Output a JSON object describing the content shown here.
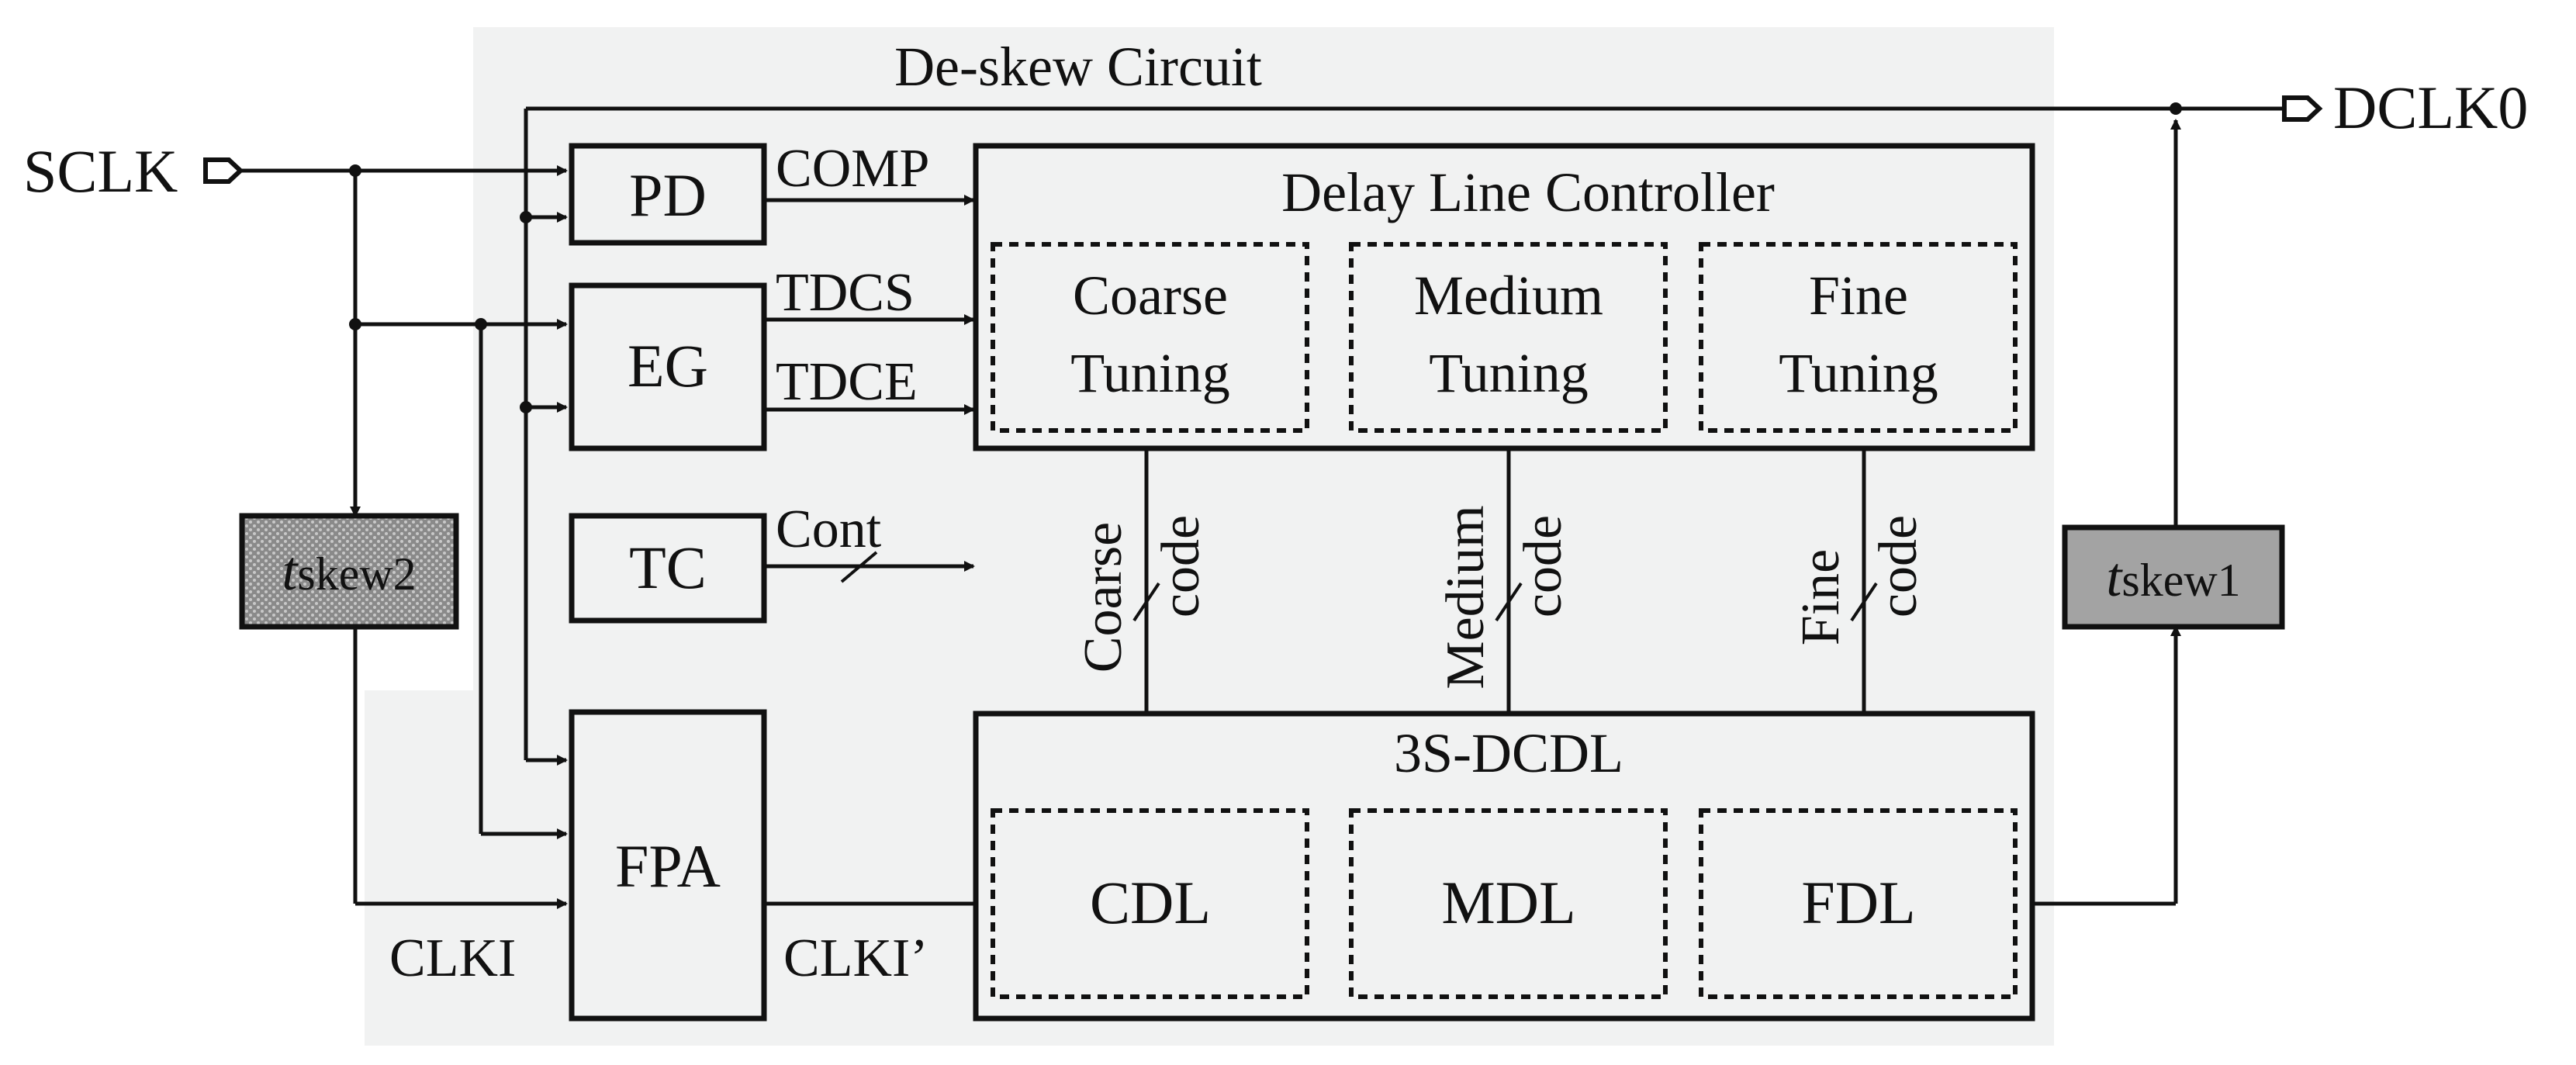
{
  "diagram": {
    "region_title": "De-skew Circuit",
    "inputs": {
      "sclk": "SCLK"
    },
    "outputs": {
      "dclk0": "DCLK0"
    },
    "blocks": {
      "pd": "PD",
      "eg": "EG",
      "tc": "TC",
      "fpa": "FPA",
      "tskew2": {
        "italic": "t",
        "rest": "skew2"
      },
      "tskew1": {
        "italic": "t",
        "rest": "skew1"
      }
    },
    "controller": {
      "title": "Delay Line Controller",
      "coarse": {
        "line1": "Coarse",
        "line2": "Tuning"
      },
      "medium": {
        "line1": "Medium",
        "line2": "Tuning"
      },
      "fine": {
        "line1": "Fine",
        "line2": "Tuning"
      }
    },
    "dcdl": {
      "title": "3S-DCDL",
      "cdl": "CDL",
      "mdl": "MDL",
      "fdl": "FDL"
    },
    "signals": {
      "comp": "COMP",
      "tdcs": "TDCS",
      "tdce": "TDCE",
      "cont": "Cont",
      "clki": "CLKI",
      "clki_prime": "CLKI’",
      "coarse_code": {
        "line1": "Coarse",
        "line2": "code"
      },
      "medium_code": {
        "line1": "Medium",
        "line2": "code"
      },
      "fine_code": {
        "line1": "Fine",
        "line2": "code"
      }
    },
    "colors": {
      "region_fill": "#f1f2f2",
      "tskew2_fill": "#9a9a9a",
      "tskew1_fill": "#a3a3a3",
      "stroke": "#111111"
    }
  }
}
